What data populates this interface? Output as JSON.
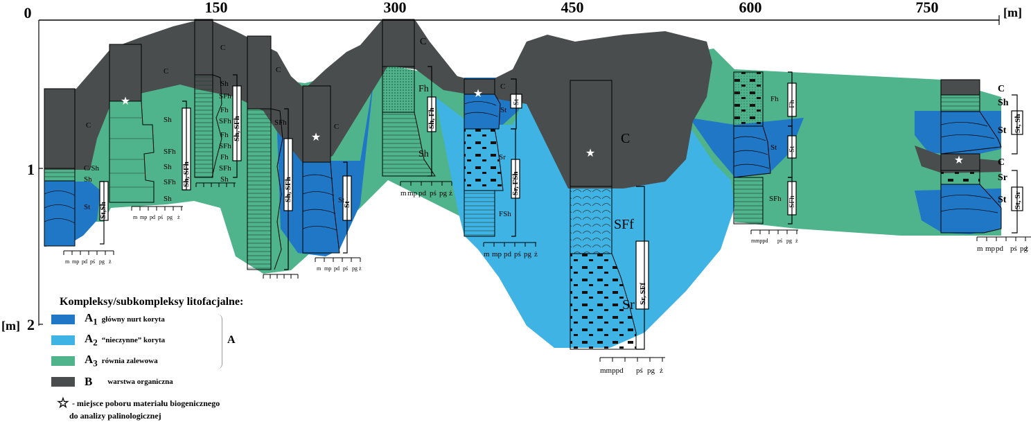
{
  "axis": {
    "x_ticks": [
      "0",
      "150",
      "300",
      "450",
      "600",
      "750"
    ],
    "x_unit": "[m]",
    "y_ticks": [
      "1",
      "2"
    ],
    "y_unit": "[m]"
  },
  "colors": {
    "A1": "#1f77c5",
    "A2": "#3fb4e4",
    "A3": "#4fb38b",
    "B": "#4a4d4d"
  },
  "grain_scale": {
    "labels": [
      "m",
      "mp",
      "pd",
      "pś",
      "pg",
      "ż"
    ],
    "merged_label": "mmppd"
  },
  "sections": {
    "s1": {
      "facies": [
        "C",
        "C/Sh",
        "Sh",
        "St"
      ],
      "code": "St,Sh"
    },
    "s2": {
      "facies": [
        "C",
        "Sh",
        "SFh",
        "Sh",
        "SFh",
        "Sh"
      ],
      "code": "Sh, SFh"
    },
    "s3": {
      "facies": [
        "C",
        "Sh",
        "SFh",
        "Fh",
        "SFh",
        "Fh",
        "SFh",
        "Fh",
        "SFh",
        "Sh"
      ],
      "code": "Sh, SFh"
    },
    "s4": {
      "facies": [
        "C",
        "SFh"
      ],
      "code": "Sh, SFh"
    },
    "s5": {
      "facies": [
        "C",
        "St"
      ],
      "code": "St"
    },
    "s6": {
      "facies": [
        "C",
        "Fh",
        "Sh"
      ],
      "code": "Sh, Fh"
    },
    "s7": {
      "facies": [
        "C",
        "St",
        "Sr",
        "FSh"
      ],
      "code_small": "St",
      "code": "Sr, FSh"
    },
    "s8": {
      "facies": [
        "C",
        "SFf",
        "Sr"
      ],
      "code": "Sr, SFf"
    },
    "s9": {
      "facies": [
        "Fh",
        "St",
        "SFh"
      ],
      "codes": [
        "Fh",
        "St",
        "SFh"
      ]
    },
    "s10": {
      "facies": [
        "C",
        "Sh",
        "St",
        "C",
        "Sr",
        "St"
      ],
      "codes": [
        "St, Sh",
        "St, Sr"
      ]
    }
  },
  "legend": {
    "title": "Kompleksy/subkompleksy litofacjalne:",
    "items": [
      {
        "code": "A",
        "sub": "1",
        "text": "główny nurt koryta"
      },
      {
        "code": "A",
        "sub": "2",
        "text": "“nieczynne” koryta"
      },
      {
        "code": "A",
        "sub": "3",
        "text": "równia zalewowa"
      },
      {
        "code": "B",
        "sub": "",
        "text": "warstwa organiczna"
      }
    ],
    "group": "A",
    "star_line1": "- miejsce poboru materiału biogenicznego",
    "star_line2": "do analizy palinologicznej"
  }
}
